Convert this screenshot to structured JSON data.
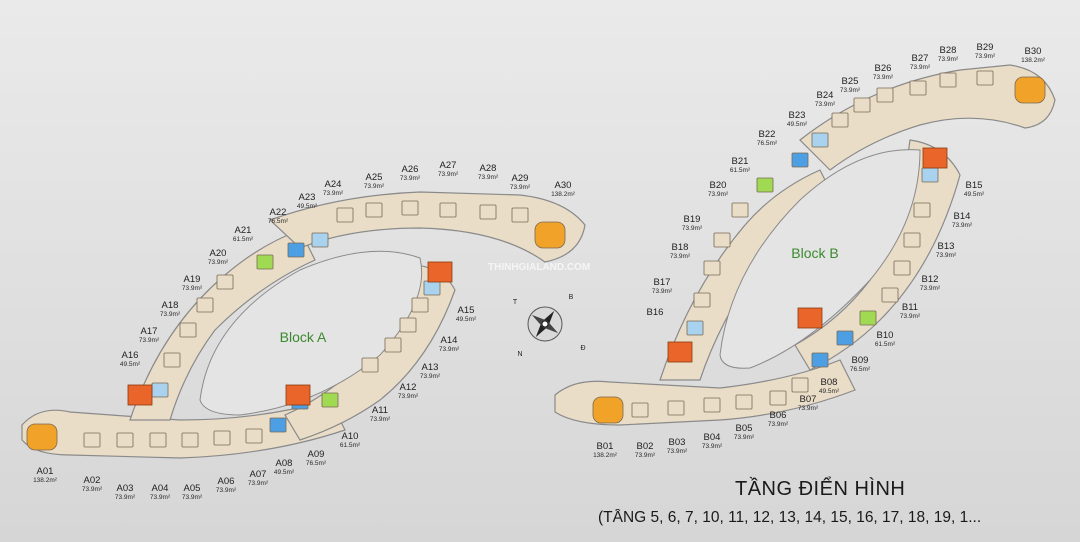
{
  "colors": {
    "corridor": "#f1ede6",
    "unit_tan": "#e9ddc8",
    "wall": "#8a8a8a",
    "orange": "#f0a229",
    "green": "#9fda52",
    "blue": "#4d9fe3",
    "light_blue": "#a9d2ee",
    "red_orange": "#e9652a",
    "courtyard": "#e4e4e4",
    "block_label": "#3b8a2e"
  },
  "block_a": {
    "label": "Block A",
    "units": [
      {
        "code": "A01",
        "area": "138.2m²",
        "color": "orange"
      },
      {
        "code": "A02",
        "area": "73.9m²",
        "color": "tan"
      },
      {
        "code": "A03",
        "area": "73.9m²",
        "color": "tan"
      },
      {
        "code": "A04",
        "area": "73.9m²",
        "color": "tan"
      },
      {
        "code": "A05",
        "area": "73.9m²",
        "color": "tan"
      },
      {
        "code": "A06",
        "area": "73.9m²",
        "color": "tan"
      },
      {
        "code": "A07",
        "area": "73.9m²",
        "color": "tan"
      },
      {
        "code": "A08",
        "area": "49.5m²",
        "color": "blue"
      },
      {
        "code": "A09",
        "area": "76.5m²",
        "color": "blue"
      },
      {
        "code": "A10",
        "area": "61.5m²",
        "color": "green"
      },
      {
        "code": "A11",
        "area": "73.9m²",
        "color": "tan"
      },
      {
        "code": "A12",
        "area": "73.9m²",
        "color": "tan"
      },
      {
        "code": "A13",
        "area": "73.9m²",
        "color": "tan"
      },
      {
        "code": "A14",
        "area": "73.9m²",
        "color": "tan"
      },
      {
        "code": "A15",
        "area": "49.5m²",
        "color": "light_blue"
      },
      {
        "code": "A16",
        "area": "49.5m²",
        "color": "light_blue"
      },
      {
        "code": "A17",
        "area": "73.9m²",
        "color": "tan"
      },
      {
        "code": "A18",
        "area": "73.9m²",
        "color": "tan"
      },
      {
        "code": "A19",
        "area": "73.9m²",
        "color": "tan"
      },
      {
        "code": "A20",
        "area": "73.9m²",
        "color": "tan"
      },
      {
        "code": "A21",
        "area": "61.5m²",
        "color": "green"
      },
      {
        "code": "A22",
        "area": "76.5m²",
        "color": "blue"
      },
      {
        "code": "A23",
        "area": "49.5m²",
        "color": "light_blue"
      },
      {
        "code": "A24",
        "area": "73.9m²",
        "color": "tan"
      },
      {
        "code": "A25",
        "area": "73.9m²",
        "color": "tan"
      },
      {
        "code": "A26",
        "area": "73.9m²",
        "color": "tan"
      },
      {
        "code": "A27",
        "area": "73.9m²",
        "color": "tan"
      },
      {
        "code": "A28",
        "area": "73.9m²",
        "color": "tan"
      },
      {
        "code": "A29",
        "area": "73.9m²",
        "color": "tan"
      },
      {
        "code": "A30",
        "area": "138.2m²",
        "color": "orange"
      }
    ]
  },
  "block_b": {
    "label": "Block B",
    "units": [
      {
        "code": "B01",
        "area": "138.2m²",
        "color": "orange"
      },
      {
        "code": "B02",
        "area": "73.9m²",
        "color": "tan"
      },
      {
        "code": "B03",
        "area": "73.9m²",
        "color": "tan"
      },
      {
        "code": "B04",
        "area": "73.9m²",
        "color": "tan"
      },
      {
        "code": "B05",
        "area": "73.9m²",
        "color": "tan"
      },
      {
        "code": "B06",
        "area": "73.9m²",
        "color": "tan"
      },
      {
        "code": "B07",
        "area": "73.9m²",
        "color": "tan"
      },
      {
        "code": "B08",
        "area": "49.5m²",
        "color": "blue"
      },
      {
        "code": "B09",
        "area": "76.5m²",
        "color": "blue"
      },
      {
        "code": "B10",
        "area": "61.5m²",
        "color": "green"
      },
      {
        "code": "B11",
        "area": "73.9m²",
        "color": "tan"
      },
      {
        "code": "B12",
        "area": "73.9m²",
        "color": "tan"
      },
      {
        "code": "B13",
        "area": "73.9m²",
        "color": "tan"
      },
      {
        "code": "B14",
        "area": "73.9m²",
        "color": "tan"
      },
      {
        "code": "B15",
        "area": "49.5m²",
        "color": "light_blue"
      },
      {
        "code": "B16",
        "area": "",
        "color": "light_blue"
      },
      {
        "code": "B17",
        "area": "73.9m²",
        "color": "tan"
      },
      {
        "code": "B18",
        "area": "73.9m²",
        "color": "tan"
      },
      {
        "code": "B19",
        "area": "73.9m²",
        "color": "tan"
      },
      {
        "code": "B20",
        "area": "73.9m²",
        "color": "tan"
      },
      {
        "code": "B21",
        "area": "61.5m²",
        "color": "green"
      },
      {
        "code": "B22",
        "area": "76.5m²",
        "color": "blue"
      },
      {
        "code": "B23",
        "area": "49.5m²",
        "color": "light_blue"
      },
      {
        "code": "B24",
        "area": "73.9m²",
        "color": "tan"
      },
      {
        "code": "B25",
        "area": "73.9m²",
        "color": "tan"
      },
      {
        "code": "B26",
        "area": "73.9m²",
        "color": "tan"
      },
      {
        "code": "B27",
        "area": "73.9m²",
        "color": "tan"
      },
      {
        "code": "B28",
        "area": "73.9m²",
        "color": "tan"
      },
      {
        "code": "B29",
        "area": "73.9m²",
        "color": "tan"
      },
      {
        "code": "B30",
        "area": "138.2m²",
        "color": "orange"
      }
    ]
  },
  "compass": {
    "north": "B",
    "south": "N",
    "east": "Đ",
    "west": "T"
  },
  "watermark": "THINHGIALAND.COM",
  "title": "TẦNG ĐIỂN HÌNH",
  "subtitle": "(TẦNG 5, 6, 7, 10, 11, 12, 13, 14, 15, 16, 17, 18, 19, 1..."
}
